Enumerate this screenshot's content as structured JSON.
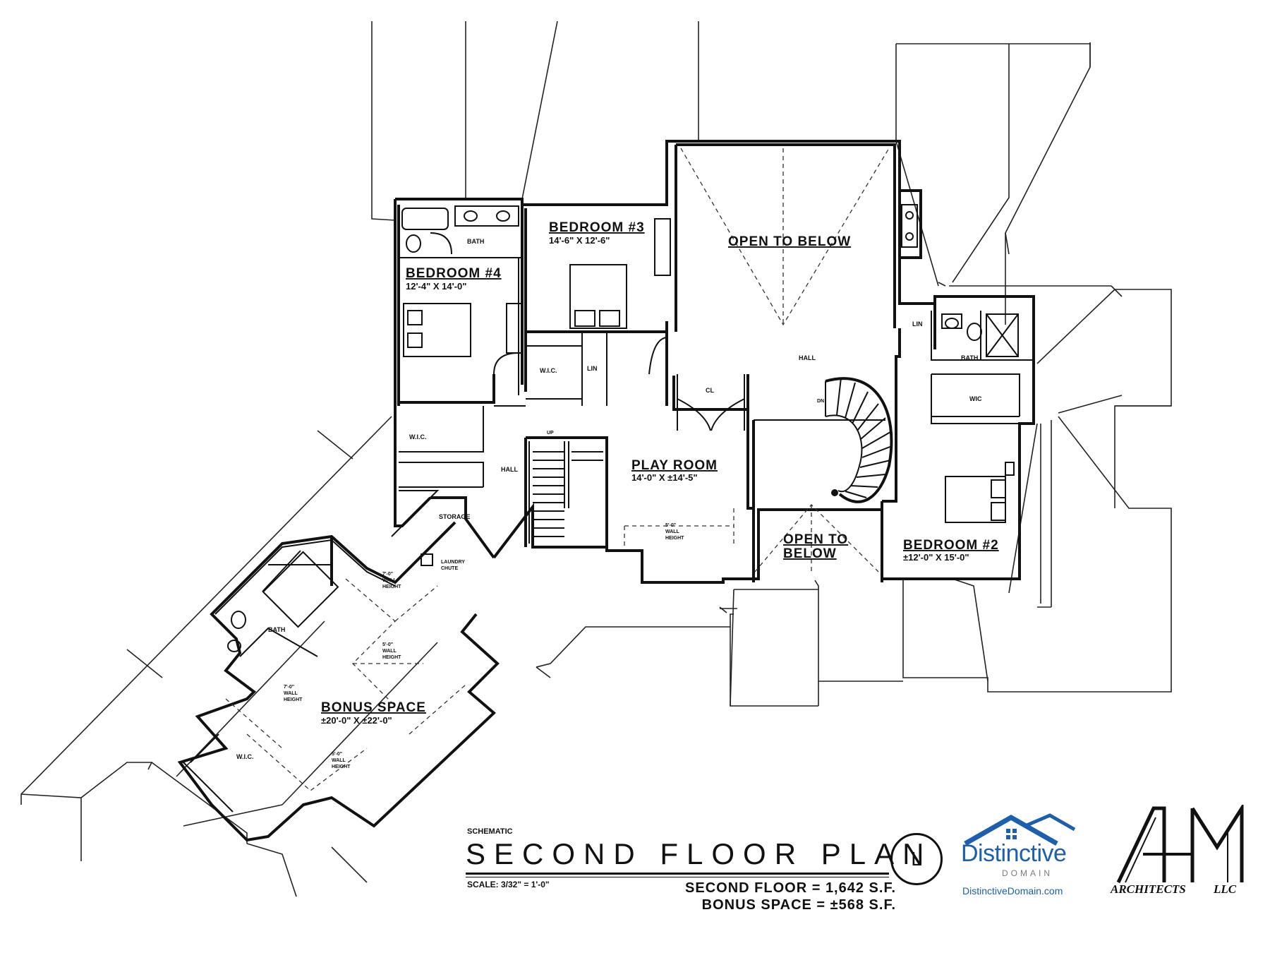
{
  "rooms": {
    "bedroom3": {
      "name": "BEDROOM #3",
      "dims": "14'-6\" X 12'-6\""
    },
    "bedroom4": {
      "name": "BEDROOM #4",
      "dims": "12'-4\" X 14'-0\""
    },
    "bedroom2": {
      "name": "BEDROOM #2",
      "dims": "±12'-0\" X 15'-0\""
    },
    "open_to_below_1": {
      "name": "OPEN TO BELOW"
    },
    "open_to_below_2": {
      "line1": "OPEN TO",
      "line2": "BELOW"
    },
    "play_room": {
      "name": "PLAY ROOM",
      "dims": "14'-0\" X ±14'-5\""
    },
    "bonus_space": {
      "name": "BONUS SPACE",
      "dims": "±20'-0\" X ±22'-0\""
    }
  },
  "small_labels": {
    "bath_1": "BATH",
    "bath_2": "BATH",
    "bath_3": "BATH",
    "wic_1": "W.I.C.",
    "wic_2": "W.I.C.",
    "wic_3": "W.I.C.",
    "wic_4": "WIC",
    "lin_1": "LIN",
    "lin_2": "LIN",
    "hall_1": "HALL",
    "hall_2": "HALL",
    "cl": "CL",
    "storage": "STORAGE",
    "laundry_line1": "LAUNDRY",
    "laundry_line2": "CHUTE",
    "up_1": "UP",
    "dn_1": "DN"
  },
  "wall_heights": {
    "play_room": {
      "l1": "5'-0\"",
      "l2": "WALL",
      "l3": "HEIGHT"
    },
    "bonus_a": {
      "l1": "7'-0\"",
      "l2": "WALL",
      "l3": "HEIGHT"
    },
    "bonus_b": {
      "l1": "5'-0\"",
      "l2": "WALL",
      "l3": "HEIGHT"
    },
    "bonus_c": {
      "l1": "7'-0\"",
      "l2": "WALL",
      "l3": "HEIGHT"
    },
    "bonus_d": {
      "l1": "5'-0\"",
      "l2": "WALL",
      "l3": "HEIGHT"
    }
  },
  "title_block": {
    "eyebrow": "SCHEMATIC",
    "title": "SECOND FLOOR PLAN",
    "scale": "SCALE: 3/32\" = 1'-0\"",
    "area_line1": "SECOND FLOOR = 1,642 S.F.",
    "area_line2": "BONUS SPACE = ±568 S.F.",
    "sheet_mark": "L"
  },
  "brand": {
    "name": "Distinctive",
    "sub": "DOMAIN",
    "url": "DistinctiveDomain.com",
    "color": "#1b5fae"
  },
  "firm": {
    "mark": "AHM",
    "name": "ARCHITECTS",
    "suffix": "LLC"
  }
}
